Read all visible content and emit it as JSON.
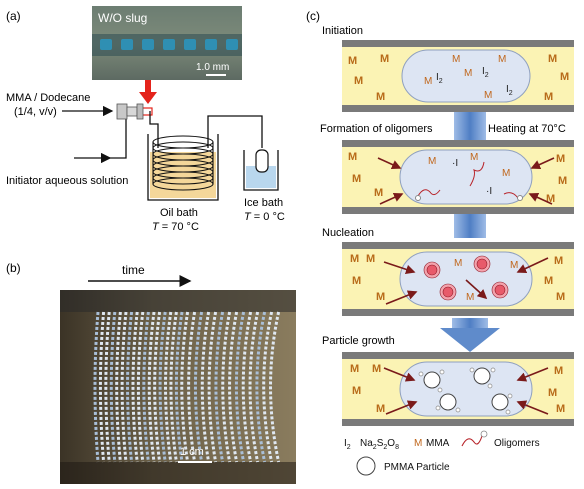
{
  "panels": {
    "a": {
      "label": "(a)",
      "slug_label": "W/O slug",
      "scalebar": "1.0 mm",
      "inlet_oil_line1": "MMA / Dodecane",
      "inlet_oil_line2": "(1/4, v/v)",
      "inlet_aqueous": "Initiator aqueous solution",
      "oil_bath": "Oil bath",
      "oil_bath_temp_var": "T",
      "oil_bath_temp_val": " = 70 °C",
      "ice_bath": "Ice bath",
      "ice_bath_temp_var": "T",
      "ice_bath_temp_val": " = 0 °C"
    },
    "b": {
      "label": "(b)",
      "time_label": "time",
      "scalebar": "1 cm"
    },
    "c": {
      "label": "(c)",
      "stage1": "Initiation",
      "stage2": "Formation of oligomers",
      "stage2_note": "Heating at 70°C",
      "stage3": "Nucleation",
      "stage4": "Particle growth",
      "monomer_symbol": "M",
      "iodine_symbol": "I",
      "iodine_sub": "2",
      "radical_symbol": "·I",
      "legend_I2": "I",
      "legend_I2_sub": "2",
      "legend_persulfate": "Na",
      "legend_persulfate_sub1": "2",
      "legend_persulfate_mid": "S",
      "legend_persulfate_sub2": "2",
      "legend_persulfate_end": "O",
      "legend_persulfate_sub3": "8",
      "legend_M": "M",
      "legend_MMA": "MMA",
      "legend_oligomers": "Oligomers",
      "legend_particle": "PMMA Particle"
    }
  },
  "colors": {
    "channel_oil": "#fbf3b4",
    "droplet": "#dde5f3",
    "droplet_edge": "#8fa0bf",
    "wall": "#7a7a7a",
    "monomer": "#c0661b",
    "arrow_red": "#8a1c1c",
    "stage_arrow": "#5a86c8",
    "slug_blue": "#2f8fb3"
  }
}
